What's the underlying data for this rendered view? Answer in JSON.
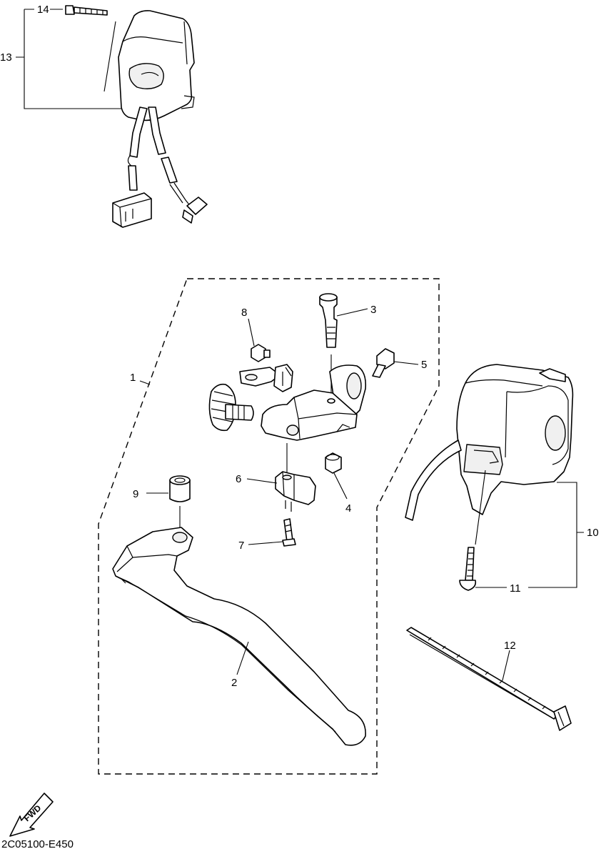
{
  "diagram": {
    "callouts": {
      "c1": "1",
      "c2": "2",
      "c3": "3",
      "c4": "4",
      "c5": "5",
      "c6": "6",
      "c7": "7",
      "c8": "8",
      "c9": "9",
      "c10": "10",
      "c11": "11",
      "c12": "12",
      "c13": "13",
      "c14": "14"
    },
    "fwd_label": "FWD",
    "drawing_code": "2C05100-E450"
  }
}
